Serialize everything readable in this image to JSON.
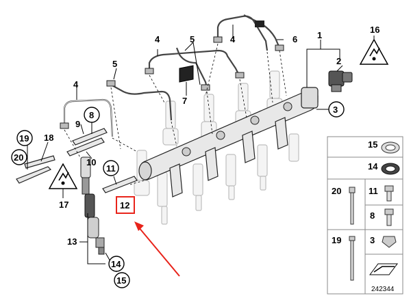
{
  "diagram": {
    "callouts": {
      "c1": "1",
      "c2": "2",
      "c3": "3",
      "c4a": "4",
      "c4b": "4",
      "c4c": "4",
      "c5a": "5",
      "c5b": "5",
      "c6": "6",
      "c7": "7",
      "c8": "8",
      "c9": "9",
      "c10": "10",
      "c11": "11",
      "c12": "12",
      "c13": "13",
      "c14": "14",
      "c15": "15",
      "c16": "16",
      "c17": "17",
      "c18": "18",
      "c19": "19",
      "c20": "20"
    },
    "legend": {
      "r15": "15",
      "r14": "14",
      "r20": "20",
      "r11": "11",
      "r8": "8",
      "r19": "19",
      "r3": "3"
    },
    "image_number": "242344",
    "highlight_color": "#e8231a"
  }
}
